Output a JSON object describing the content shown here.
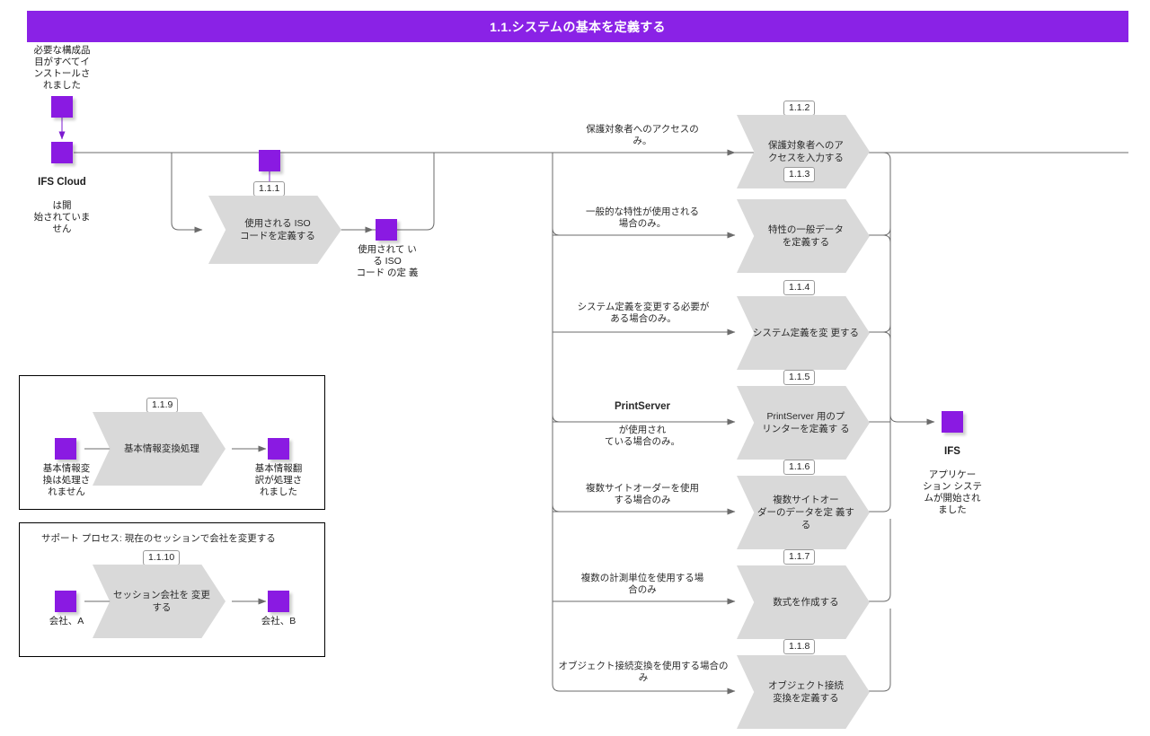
{
  "header": {
    "title": "1.1.システムの基本を定義する",
    "bar_color": "#8a22e6"
  },
  "theme": {
    "node_color": "#8a1ae2",
    "activity_fill": "#d9d9d9",
    "line_color": "#6b6b6b",
    "frame_color": "#000000"
  },
  "start_nodes": [
    {
      "name": "prerequisite",
      "label": "必要な構成品\n目がすべてイ\nンストールさ\nれました"
    },
    {
      "name": "ifs-cloud-not-started",
      "label_bold": "IFS Cloud",
      "label": "は開\n始されていま\nせん"
    }
  ],
  "end_node": {
    "name": "ifs-application-started",
    "label_bold": "IFS",
    "label": "アプリケー\nション システ\nムが開始され\nました"
  },
  "activities": [
    {
      "id": "1.1.1",
      "name": "define-iso-codes",
      "label": "使用される ISO\nコードを定義する",
      "output_label": "使用されて い\nる ISO\nコード の定 義"
    },
    {
      "id": "1.1.2",
      "name": "enter-access-to-protected-objects",
      "label": "保護対象者へのア\nクセスを入力する",
      "condition": "保護対象者へのアクセスの\nみ。"
    },
    {
      "id": "1.1.3",
      "name": "define-general-characteristic-data",
      "label": "特性の一般データ\nを定義する",
      "condition": "一般的な特性が使用される\n場合のみ。"
    },
    {
      "id": "1.1.4",
      "name": "change-system-definitions",
      "label": "システム定義を変 更する",
      "condition": "システム定義を変更する必要が\nある場合のみ。"
    },
    {
      "id": "1.1.5",
      "name": "define-printers-for-printserver",
      "label": "PrintServer 用のプ\nリンターを定義す る",
      "condition_bold": "PrintServer",
      "condition": "が使用され\nている場合のみ。"
    },
    {
      "id": "1.1.6",
      "name": "define-multi-site-order-data",
      "label": "複数サイトオー\nダーのデータを定 義する",
      "condition": "複数サイトオーダーを使用\nする場合のみ"
    },
    {
      "id": "1.1.7",
      "name": "create-formula",
      "label": "数式を作成する",
      "condition": "複数の計測単位を使用する場\n合のみ"
    },
    {
      "id": "1.1.8",
      "name": "define-object-connection-conversion",
      "label": "オブジェクト接続\n変換を定義する",
      "condition": "オブジェクト接続変換を使用する場合の\nみ"
    }
  ],
  "sub_processes": [
    {
      "id": "1.1.9",
      "name": "basic-data-translation",
      "frame_title": "",
      "activity_label": "基本情報変換処理",
      "input_label": "基本情報変\n換は処理さ\nれません",
      "output_label": "基本情報翻\n訳が処理さ\nれました"
    },
    {
      "id": "1.1.10",
      "name": "change-session-company",
      "frame_title": "サポート プロセス: 現在のセッションで会社を変更する",
      "activity_label": "セッション会社を 変更する",
      "input_label": "会社、A",
      "output_label": "会社、B"
    }
  ]
}
